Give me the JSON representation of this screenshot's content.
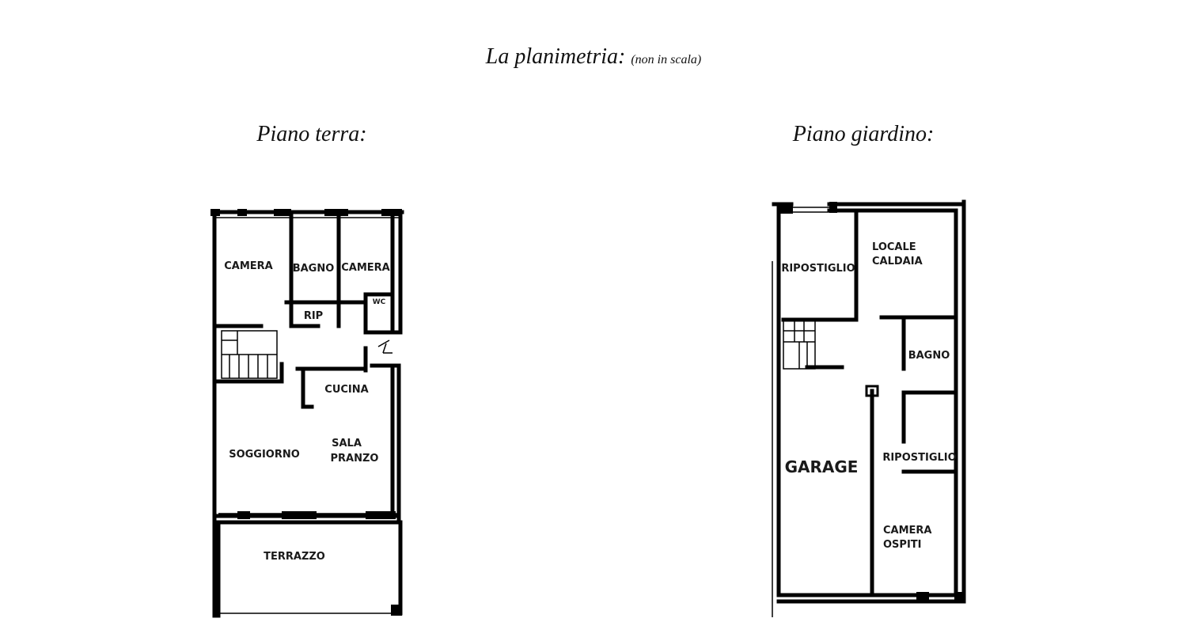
{
  "header": {
    "title": "La planimetria:",
    "note": "(non in scala)"
  },
  "floors": [
    {
      "title": "Piano terra:",
      "rooms": [
        {
          "label": "CAMERA"
        },
        {
          "label": "BAGNO"
        },
        {
          "label": "CAMERA"
        },
        {
          "label": "RIP"
        },
        {
          "label": "WC"
        },
        {
          "label": "CUCINA"
        },
        {
          "label": "SOGGIORNO"
        },
        {
          "label": "SALA"
        },
        {
          "label": "PRANZO"
        },
        {
          "label": "TERRAZZO"
        }
      ]
    },
    {
      "title": "Piano giardino:",
      "rooms": [
        {
          "label": "RIPOSTIGLIO"
        },
        {
          "label": "LOCALE"
        },
        {
          "label": "CALDAIA"
        },
        {
          "label": "BAGNO"
        },
        {
          "label": "GARAGE"
        },
        {
          "label": "RIPOSTIGLIO"
        },
        {
          "label": "CAMERA"
        },
        {
          "label": "OSPITI"
        }
      ]
    }
  ]
}
